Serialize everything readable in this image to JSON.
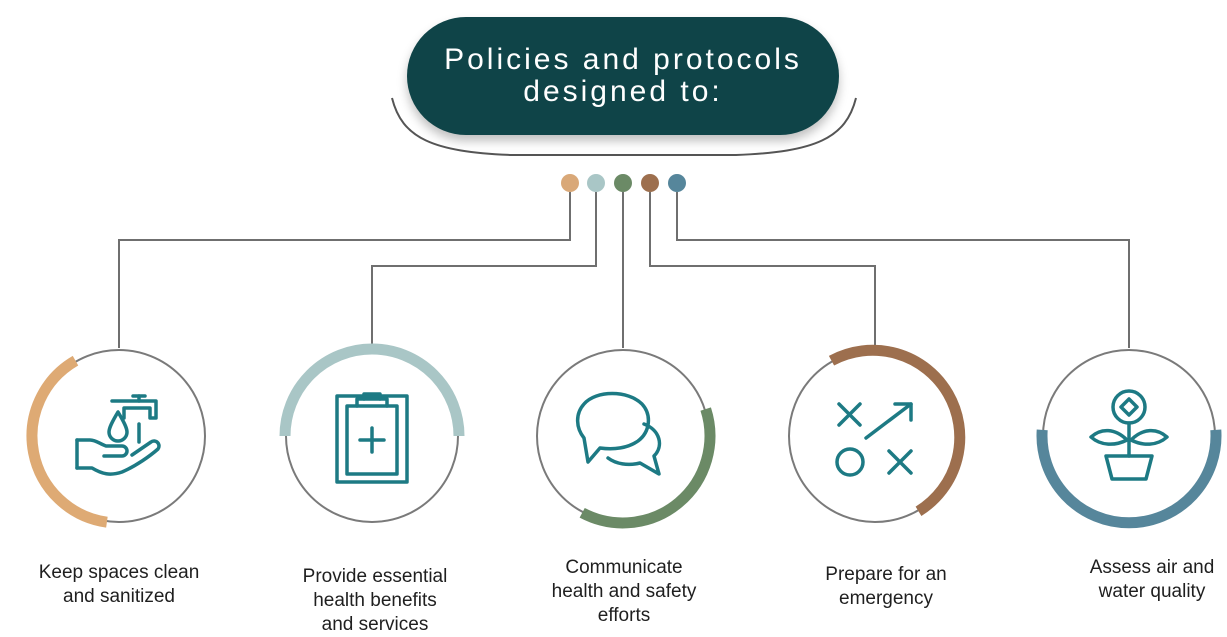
{
  "title": {
    "line1": "Policies and protocols",
    "line2": "designed to:"
  },
  "colors": {
    "title_bg": "#0f4448",
    "connector": "#6f6f6f",
    "icon": "#1d7a84",
    "dots": [
      "#d9a878",
      "#a9c6c6",
      "#6b8a66",
      "#9d6f4e",
      "#56869b"
    ]
  },
  "items": [
    {
      "lines": [
        "Keep spaces clean",
        "and sanitized"
      ],
      "icon": "hand-water-tap-icon",
      "color": "#deaa74"
    },
    {
      "lines": [
        "Provide essential",
        "health benefits",
        "and services"
      ],
      "icon": "medical-clipboard-icon",
      "color": "#a9c6c6"
    },
    {
      "lines": [
        "Communicate",
        "health and safety",
        "efforts"
      ],
      "icon": "speech-bubbles-icon",
      "color": "#6b8a66"
    },
    {
      "lines": [
        "Prepare for an",
        "emergency"
      ],
      "icon": "strategy-play-icon",
      "color": "#9d6f4e"
    },
    {
      "lines": [
        "Assess air and",
        "water quality"
      ],
      "icon": "potted-plant-icon",
      "color": "#56869b"
    }
  ]
}
